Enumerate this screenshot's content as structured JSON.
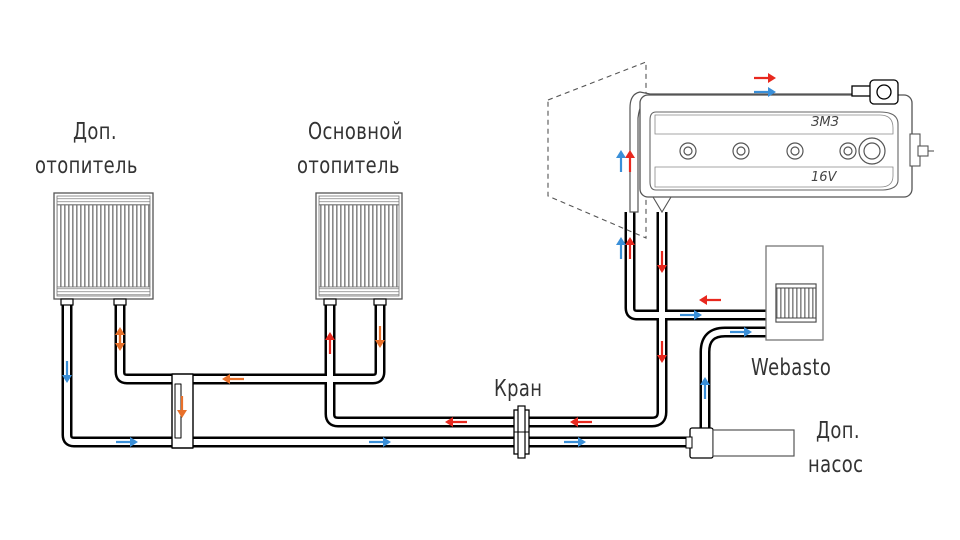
{
  "labels": {
    "aux_heater": [
      "Доп.",
      "отопитель"
    ],
    "main_heater": [
      "Основной",
      "отопитель"
    ],
    "valve": "Кран",
    "webasto": "Webasto",
    "aux_pump": [
      "Доп.",
      "насос"
    ],
    "engine_top": "ЗМЗ",
    "engine_bottom": "16V"
  },
  "colors": {
    "pipe": "#000000",
    "pipe_inner": "#ffffff",
    "hot_flow": "#e8281e",
    "cold_flow": "#3a8fd8",
    "mixed_flow": "#e8702a"
  }
}
